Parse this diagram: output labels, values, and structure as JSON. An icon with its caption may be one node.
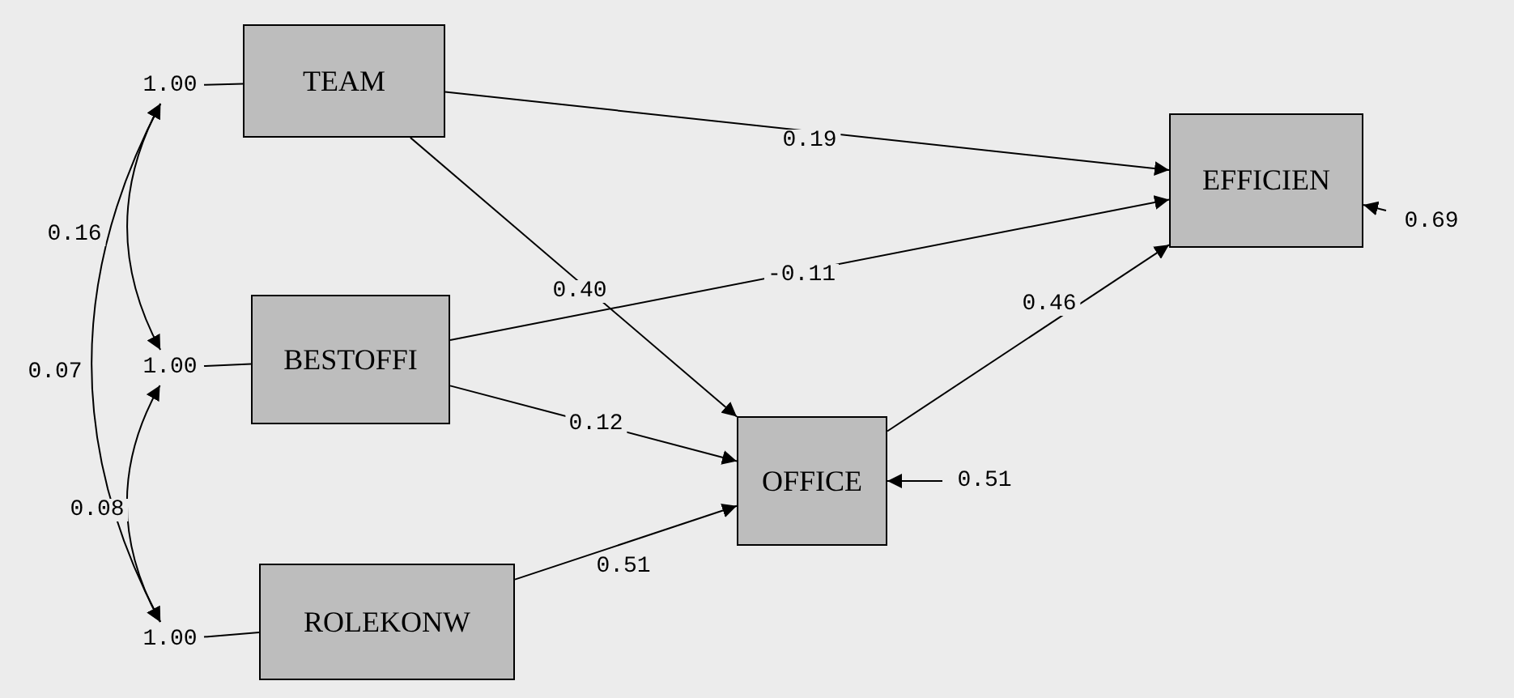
{
  "diagram": {
    "nodes": [
      {
        "text": [
          "TEAM"
        ]
      },
      {
        "text": [
          "BESTOFFI"
        ]
      },
      {
        "text": [
          "ROLEKONW"
        ]
      },
      {
        "text": [
          "OFFICE"
        ]
      },
      {
        "text": [
          "EFFICIEN"
        ]
      },
      {
        "text": [
          "1.00"
        ]
      },
      {
        "text": [
          "1.00"
        ]
      },
      {
        "text": [
          "1.00"
        ]
      },
      {
        "text": [
          "0.69"
        ]
      },
      {
        "text": [
          "0.51"
        ]
      }
    ],
    "edges": [
      {
        "from": 5,
        "to": 0,
        "arrow": "none"
      },
      {
        "from": 6,
        "to": 1,
        "arrow": "none"
      },
      {
        "from": 7,
        "to": 2,
        "arrow": "none"
      },
      {
        "from": 5,
        "to": 6,
        "arrow": "both",
        "label": "0.16"
      },
      {
        "from": 6,
        "to": 7,
        "arrow": "both",
        "label": "0.08"
      },
      {
        "from": 5,
        "to": 7,
        "arrow": "both",
        "label": "0.07"
      },
      {
        "from": 0,
        "to": 4,
        "arrow": "to",
        "label": "0.19"
      },
      {
        "from": 0,
        "to": 3,
        "arrow": "to",
        "label": "0.40"
      },
      {
        "from": 1,
        "to": 4,
        "arrow": "to",
        "label": "-0.11"
      },
      {
        "from": 1,
        "to": 3,
        "arrow": "to",
        "label": "0.12"
      },
      {
        "from": 2,
        "to": 3,
        "arrow": "to",
        "label": "0.51"
      },
      {
        "from": 3,
        "to": 4,
        "arrow": "to",
        "label": "0.46"
      },
      {
        "from": 8,
        "to": 4,
        "arrow": "to"
      },
      {
        "from": 9,
        "to": 3,
        "arrow": "to"
      }
    ]
  }
}
